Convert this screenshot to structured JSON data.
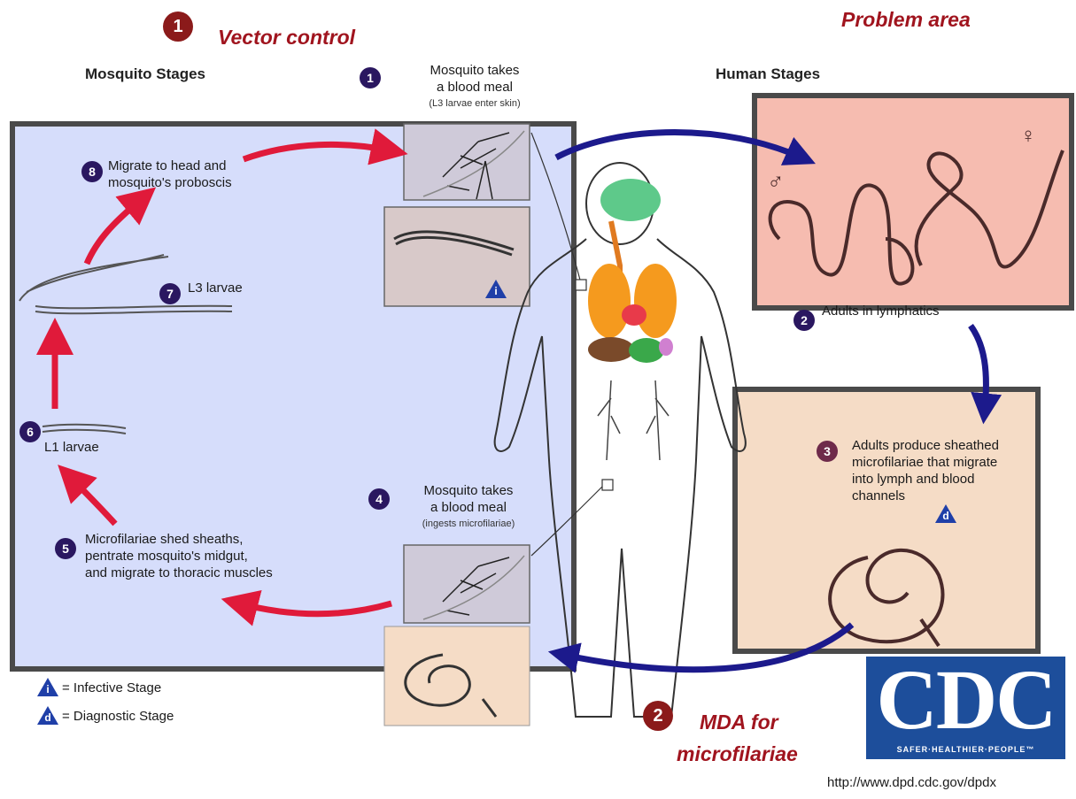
{
  "controls": {
    "vector_number": "1",
    "vector_label": "Vector control",
    "problem_label": "Problem area",
    "mda_number": "2",
    "mda_label_line1": "MDA for",
    "mda_label_line2": "microfilariae"
  },
  "headers": {
    "mosquito": "Mosquito Stages",
    "human": "Human Stages"
  },
  "steps": {
    "s1": {
      "num": "1",
      "line1": "Mosquito takes",
      "line2": "a blood meal",
      "note": "(L3 larvae enter skin)"
    },
    "s2": {
      "num": "2",
      "text": "Adults in lymphatics"
    },
    "s3": {
      "num": "3",
      "line1": "Adults produce sheathed",
      "line2": "microfilariae that migrate",
      "line3": "into lymph and blood",
      "line4": "channels"
    },
    "s4": {
      "num": "4",
      "line1": "Mosquito takes",
      "line2": "a blood meal",
      "note": "(ingests microfilariae)"
    },
    "s5": {
      "num": "5",
      "line1": "Microfilariae shed sheaths,",
      "line2": "pentrate mosquito's midgut,",
      "line3": "and migrate to thoracic muscles"
    },
    "s6": {
      "num": "6",
      "text": "L1 larvae"
    },
    "s7": {
      "num": "7",
      "text": "L3 larvae"
    },
    "s8": {
      "num": "8",
      "line1": "Migrate to head and",
      "line2": "mosquito's proboscis"
    }
  },
  "legend": {
    "infective_symbol": "i",
    "infective_label": "= Infective Stage",
    "diagnostic_symbol": "d",
    "diagnostic_label": "= Diagnostic Stage"
  },
  "sex_symbols": {
    "male": "♂",
    "female": "♀"
  },
  "cdc": {
    "logo_text": "CDC",
    "tagline": "SAFER·HEALTHIER·PEOPLE™",
    "url": "http://www.dpd.cdc.gov/dpdx"
  },
  "colors": {
    "vector_box_fill": "#d6ddfb",
    "problem_box_fill": "#f6bcb0",
    "mda_box_fill": "#f5dcc6",
    "box_border": "#4a4a4a",
    "control_text": "#a0141e",
    "mosquito_arrow": "#e01a3a",
    "human_arrow": "#1c1a8c",
    "cdc_blue": "#1d4e9b"
  }
}
